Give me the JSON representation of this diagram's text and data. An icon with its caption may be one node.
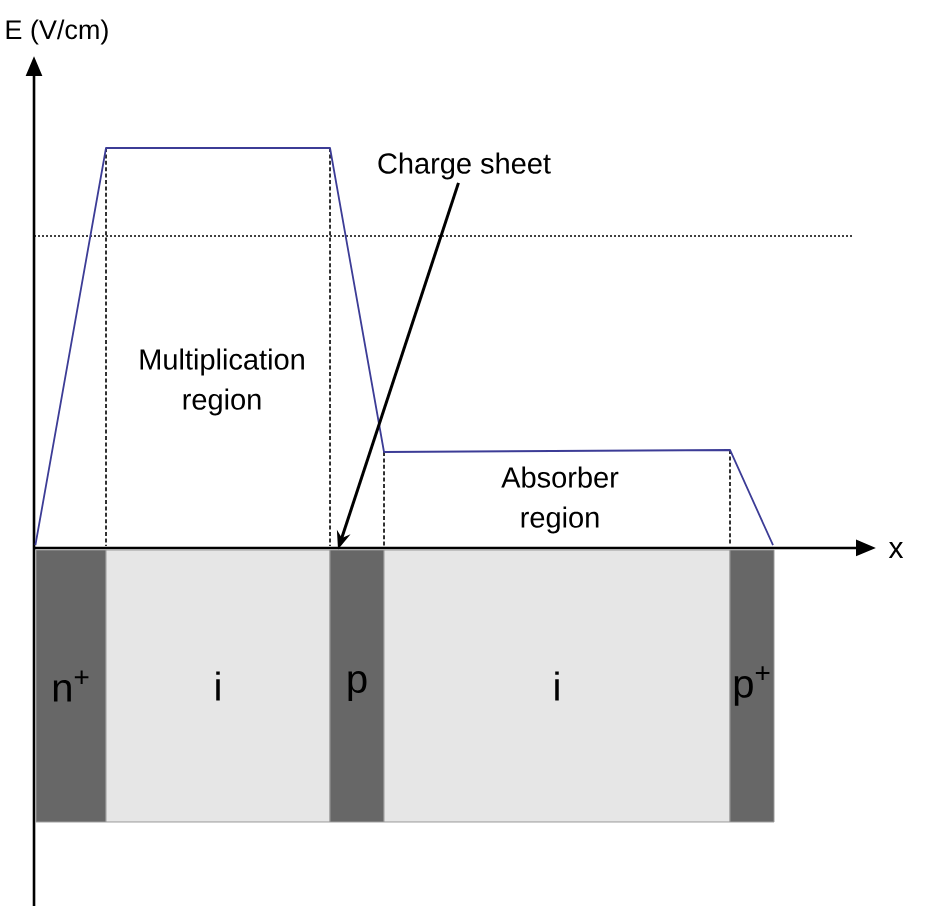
{
  "diagram": {
    "nodes": [
      {
        "text": [
          "Charge sheet"
        ]
      },
      {
        "text": [
          "n$^{+}$"
        ]
      },
      {
        "text": [
          "i"
        ]
      },
      {
        "text": [
          "p"
        ]
      },
      {
        "text": [
          "i"
        ]
      },
      {
        "text": [
          "p$^{+}$"
        ]
      }
    ],
    "edges": [
      {
        "from": 0,
        "to": 3,
        "arrow": "to"
      }
    ],
    "labels": [
      "E (V/cm)",
      "Multiplication region",
      "Absorber region",
      "x"
    ]
  }
}
